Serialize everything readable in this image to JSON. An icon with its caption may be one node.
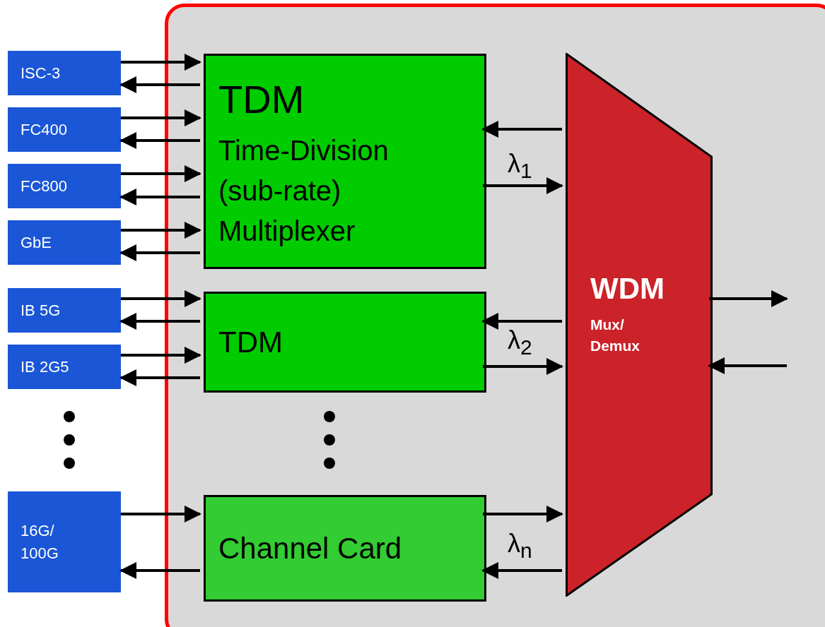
{
  "diagram": {
    "nodes": [
      {
        "text": [],
        "shape": "box"
      },
      {
        "text": [
          "ISC-3"
        ]
      },
      {
        "text": [
          "FC400"
        ]
      },
      {
        "text": [
          "FC800"
        ]
      },
      {
        "text": [
          "GbE"
        ]
      },
      {
        "text": [
          "TDM",
          "Time-Division (sub-rate) Multiplexer"
        ],
        "in": 0
      },
      {
        "text": [
          "IB 5G"
        ]
      },
      {
        "text": [
          "IB 2G5"
        ]
      },
      {
        "text": [
          "TDM"
        ],
        "in": 0
      },
      {
        "text": [
          "16G/ 100G"
        ]
      },
      {
        "text": [
          "Channel Card"
        ],
        "in": 0
      },
      {
        "text": [
          "WDM",
          "Mux/ Demux"
        ],
        "in": 0
      }
    ],
    "edges": [
      {
        "from": 1,
        "to": 5,
        "arrow": "to"
      },
      {
        "from": 5,
        "to": 1,
        "arrow": "to"
      },
      {
        "from": 2,
        "to": 5,
        "arrow": "to"
      },
      {
        "from": 5,
        "to": 2,
        "arrow": "to"
      },
      {
        "from": 3,
        "to": 5,
        "arrow": "to"
      },
      {
        "from": 5,
        "to": 3,
        "arrow": "to"
      },
      {
        "from": 4,
        "to": 5,
        "arrow": "to"
      },
      {
        "from": 5,
        "to": 4,
        "arrow": "to"
      },
      {
        "from": 6,
        "to": 8,
        "arrow": "to"
      },
      {
        "from": 8,
        "to": 6,
        "arrow": "to"
      },
      {
        "from": 7,
        "to": 8,
        "arrow": "to"
      },
      {
        "from": 8,
        "to": 7,
        "arrow": "to"
      },
      {
        "from": 9,
        "to": 10,
        "arrow": "to"
      },
      {
        "from": 10,
        "to": 9,
        "arrow": "to"
      },
      {
        "from": 11,
        "to": 5,
        "arrow": "to"
      },
      {
        "from": 5,
        "to": 11,
        "arrow": "to"
      },
      {
        "from": 11,
        "to": 8,
        "arrow": "to"
      },
      {
        "from": 8,
        "to": 11,
        "arrow": "to"
      },
      {
        "from": 10,
        "to": 11,
        "arrow": "to"
      },
      {
        "from": 11,
        "to": 10,
        "arrow": "to"
      },
      {
        "from": 11,
        "to": null,
        "arrow": "to"
      },
      {
        "from": null,
        "to": 11,
        "arrow": "to"
      }
    ],
    "labels": [
      "λ$_{1}$",
      "λ$_{2}$",
      "λ$_{n}$"
    ]
  }
}
